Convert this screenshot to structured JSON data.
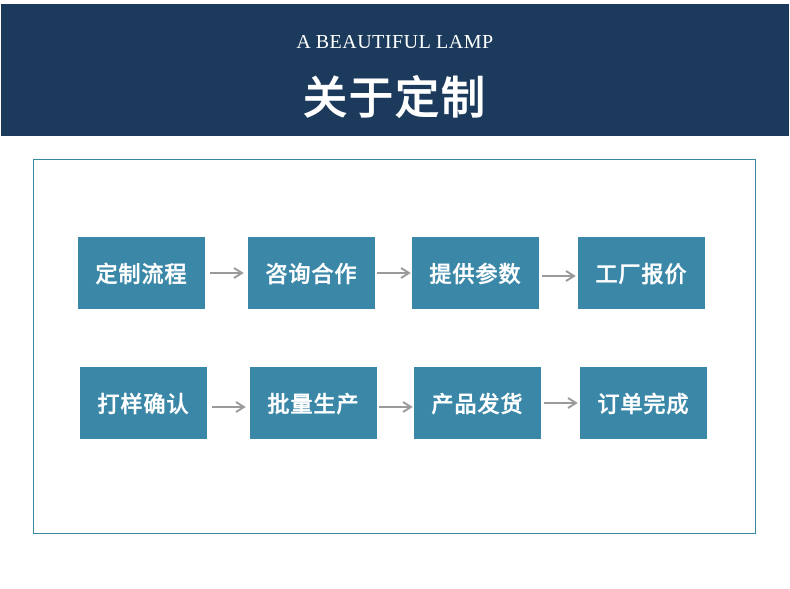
{
  "header": {
    "subtitle": "A BEAUTIFUL LAMP",
    "title": "关于定制"
  },
  "process": {
    "row1": [
      "定制流程",
      "咨询合作",
      "提供参数",
      "工厂报价"
    ],
    "row2": [
      "打样确认",
      "批量生产",
      "产品发货",
      "订单完成"
    ]
  },
  "colors": {
    "banner": "#1b3a5c",
    "step": "#3a87a7",
    "border": "#3a86a3",
    "arrow": "#9a9a9a"
  }
}
